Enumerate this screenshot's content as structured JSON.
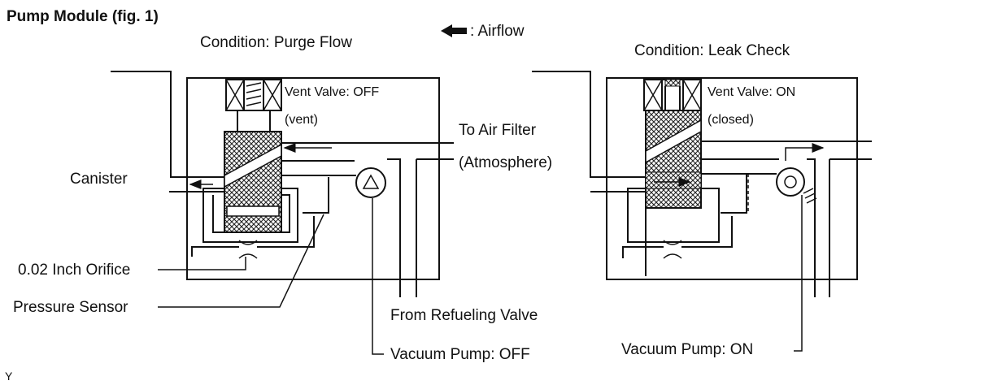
{
  "title": "Pump Module (fig. 1)",
  "legend": {
    "arrow_icon": "airflow-arrow-icon",
    "label": ": Airflow"
  },
  "left": {
    "condition": "Condition: Purge Flow",
    "vent_valve": "Vent Valve: OFF",
    "vent_state": "(vent)",
    "to_air_filter": "To Air Filter",
    "atmosphere": "(Atmosphere)",
    "canister": "Canister",
    "orifice": "0.02 Inch Orifice",
    "pressure_sensor": "Pressure Sensor",
    "refueling_valve": "From Refueling Valve",
    "vacuum_pump": "Vacuum Pump: OFF"
  },
  "right": {
    "condition": "Condition: Leak Check",
    "vent_valve": "Vent Valve: ON",
    "vent_state": "(closed)",
    "vacuum_pump": "Vacuum Pump: ON"
  },
  "footer_code": "Y"
}
